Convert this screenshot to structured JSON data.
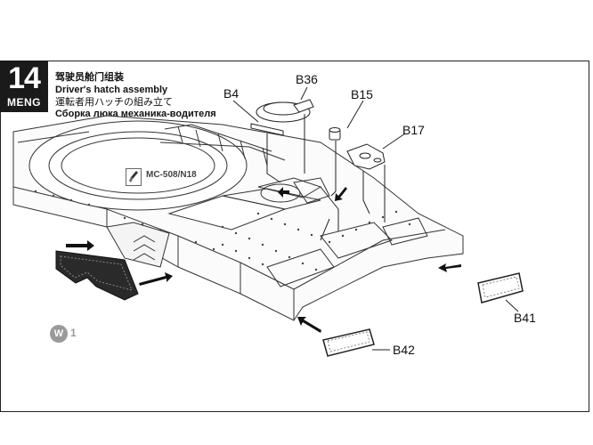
{
  "step": {
    "number": "14",
    "brand": "MENG"
  },
  "title": {
    "chinese": "驾驶员舱门组装",
    "english": "Driver's hatch assembly",
    "japanese": "運転者用ハッチの組み立て",
    "russian": "Сборка люка механика-водителя"
  },
  "parts": {
    "b4": "B4",
    "b36": "B36",
    "b15": "B15",
    "b17": "B17",
    "b41": "B41",
    "b42": "B42"
  },
  "paint": {
    "icon": "brush-icon",
    "code": "MC-508/N18"
  },
  "reference": {
    "letter": "W",
    "number": "1"
  }
}
